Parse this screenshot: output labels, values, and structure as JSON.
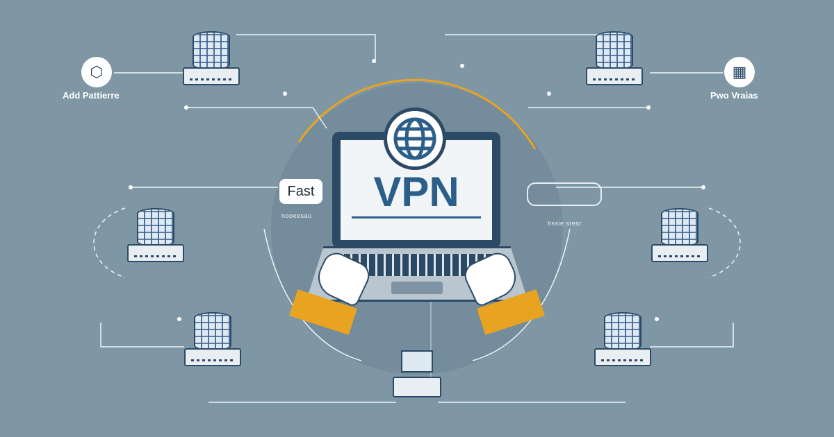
{
  "left_badge": {
    "icon": "puzzle-icon",
    "label": "Add Pattierre"
  },
  "right_badge": {
    "icon": "grid-globe-icon",
    "label": "Pwo Vraias"
  },
  "laptop": {
    "screen_title": "VPN",
    "icon": "globe-icon"
  },
  "callouts": {
    "fast": "Fast",
    "left_caption": "nooeesau",
    "right_caption": "hssie sresr"
  },
  "colors": {
    "background": "#7f97a5",
    "accent": "#e8a320",
    "navy": "#2c4a66",
    "vpn_text": "#2b5f8a"
  }
}
